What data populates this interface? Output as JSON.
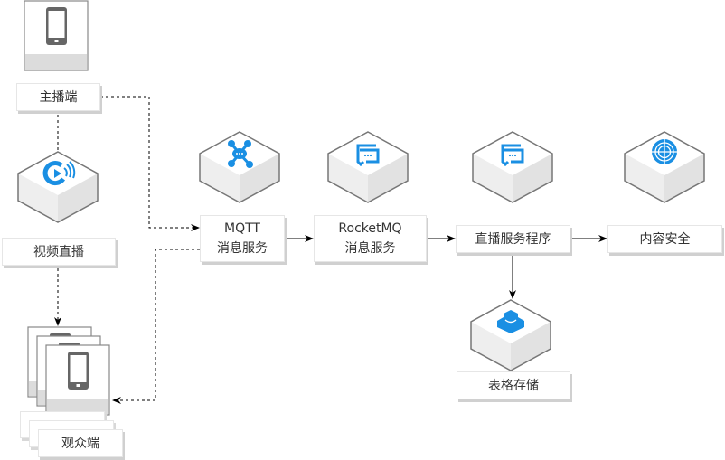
{
  "diagram": {
    "type": "live-streaming-architecture",
    "nodes": [
      {
        "id": "anchor",
        "label": [
          "主播端"
        ],
        "icon": "mobile-phone-icon"
      },
      {
        "id": "video-live",
        "label": [
          "视频直播"
        ],
        "icon": "video-live-icon"
      },
      {
        "id": "audience",
        "label": [
          "观众端"
        ],
        "icon": "mobile-phone-icon",
        "stacked": true
      },
      {
        "id": "mqtt",
        "label": [
          "MQTT",
          "消息服务"
        ],
        "icon": "mqtt-hub-icon"
      },
      {
        "id": "rocketmq",
        "label": [
          "RocketMQ",
          "消息服务"
        ],
        "icon": "message-queue-icon"
      },
      {
        "id": "live-service",
        "label": [
          "直播服务程序"
        ],
        "icon": "message-queue-icon"
      },
      {
        "id": "content-security",
        "label": [
          "内容安全"
        ],
        "icon": "content-security-icon"
      },
      {
        "id": "table-store",
        "label": [
          "表格存储"
        ],
        "icon": "table-store-icon"
      }
    ],
    "edges": [
      {
        "from": "anchor",
        "to": "video-live",
        "style": "dashed",
        "arrow": false
      },
      {
        "from": "video-live",
        "to": "audience",
        "style": "dashed",
        "arrow": true
      },
      {
        "from": "anchor",
        "to": "mqtt",
        "style": "dashed",
        "arrow": true
      },
      {
        "from": "mqtt",
        "to": "audience",
        "style": "dashed",
        "arrow": true
      },
      {
        "from": "mqtt",
        "to": "rocketmq",
        "style": "solid",
        "arrow": true
      },
      {
        "from": "rocketmq",
        "to": "live-service",
        "style": "solid",
        "arrow": true
      },
      {
        "from": "live-service",
        "to": "content-security",
        "style": "solid",
        "arrow": true
      },
      {
        "from": "live-service",
        "to": "table-store",
        "style": "solid",
        "arrow": true
      }
    ],
    "colors": {
      "icon_blue": "#1a8fe3",
      "cube_edge": "#777777",
      "cube_top": "#ffffff",
      "cube_left": "#eeeeee",
      "cube_right": "#e2e2e2",
      "phone_frame": "#666666",
      "device_footer": "#dcdcdc",
      "edge_color": "#000000"
    }
  }
}
